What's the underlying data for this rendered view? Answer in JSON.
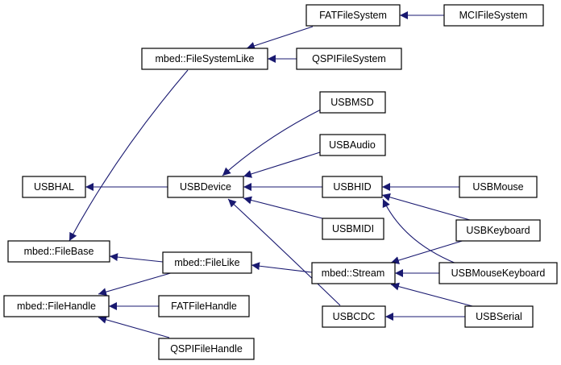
{
  "colors": {
    "edge": "#191970",
    "node_border": "#000000",
    "node_fill": "#ffffff",
    "background": "#ffffff"
  },
  "nodes": [
    {
      "id": "FATFileSystem",
      "label": "FATFileSystem"
    },
    {
      "id": "MCIFileSystem",
      "label": "MCIFileSystem"
    },
    {
      "id": "FileSystemLike",
      "label": "mbed::FileSystemLike"
    },
    {
      "id": "QSPIFileSystem",
      "label": "QSPIFileSystem"
    },
    {
      "id": "USBMSD",
      "label": "USBMSD"
    },
    {
      "id": "USBAudio",
      "label": "USBAudio"
    },
    {
      "id": "USBHAL",
      "label": "USBHAL"
    },
    {
      "id": "USBDevice",
      "label": "USBDevice"
    },
    {
      "id": "USBHID",
      "label": "USBHID"
    },
    {
      "id": "USBMouse",
      "label": "USBMouse"
    },
    {
      "id": "USBMIDI",
      "label": "USBMIDI"
    },
    {
      "id": "USBKeyboard",
      "label": "USBKeyboard"
    },
    {
      "id": "FileBase",
      "label": "mbed::FileBase"
    },
    {
      "id": "FileLike",
      "label": "mbed::FileLike"
    },
    {
      "id": "Stream",
      "label": "mbed::Stream"
    },
    {
      "id": "USBMouseKeyboard",
      "label": "USBMouseKeyboard"
    },
    {
      "id": "FileHandle",
      "label": "mbed::FileHandle"
    },
    {
      "id": "FATFileHandle",
      "label": "FATFileHandle"
    },
    {
      "id": "USBCDC",
      "label": "USBCDC"
    },
    {
      "id": "USBSerial",
      "label": "USBSerial"
    },
    {
      "id": "QSPIFileHandle",
      "label": "QSPIFileHandle"
    }
  ],
  "edges": [
    {
      "from": "MCIFileSystem",
      "to": "FATFileSystem"
    },
    {
      "from": "FATFileSystem",
      "to": "FileSystemLike"
    },
    {
      "from": "QSPIFileSystem",
      "to": "FileSystemLike"
    },
    {
      "from": "FileSystemLike",
      "to": "FileBase"
    },
    {
      "from": "USBDevice",
      "to": "USBHAL"
    },
    {
      "from": "USBMSD",
      "to": "USBDevice"
    },
    {
      "from": "USBAudio",
      "to": "USBDevice"
    },
    {
      "from": "USBHID",
      "to": "USBDevice"
    },
    {
      "from": "USBMIDI",
      "to": "USBDevice"
    },
    {
      "from": "USBCDC",
      "to": "USBDevice"
    },
    {
      "from": "USBMouse",
      "to": "USBHID"
    },
    {
      "from": "USBKeyboard",
      "to": "USBHID"
    },
    {
      "from": "USBMouseKeyboard",
      "to": "USBHID"
    },
    {
      "from": "USBKeyboard",
      "to": "Stream"
    },
    {
      "from": "USBMouseKeyboard",
      "to": "Stream"
    },
    {
      "from": "USBSerial",
      "to": "Stream"
    },
    {
      "from": "Stream",
      "to": "FileLike"
    },
    {
      "from": "FileLike",
      "to": "FileBase"
    },
    {
      "from": "FileLike",
      "to": "FileHandle"
    },
    {
      "from": "FATFileHandle",
      "to": "FileHandle"
    },
    {
      "from": "QSPIFileHandle",
      "to": "FileHandle"
    },
    {
      "from": "USBSerial",
      "to": "USBCDC"
    }
  ]
}
